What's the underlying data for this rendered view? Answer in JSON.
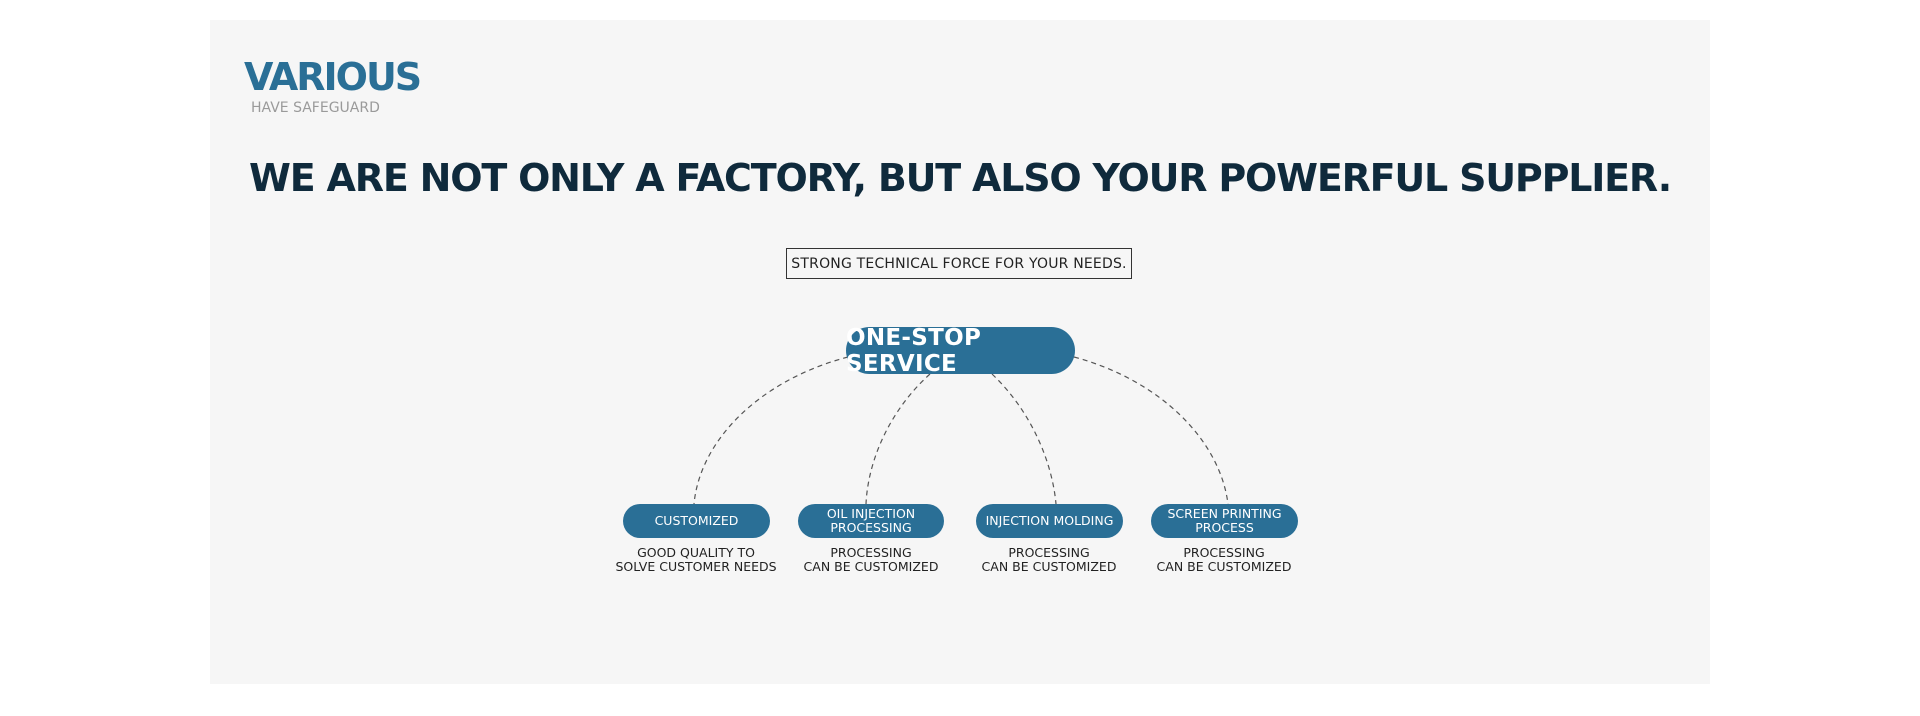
{
  "brand": {
    "title": "VARIOUS",
    "subtitle": "HAVE SAFEGUARD"
  },
  "headline": "WE ARE NOT ONLY A FACTORY, BUT ALSO YOUR POWERFUL SUPPLIER.",
  "tagline": "STRONG TECHNICAL FORCE FOR YOUR NEEDS.",
  "hub": {
    "label": "ONE-STOP SERVICE"
  },
  "services": [
    {
      "label": "CUSTOMIZED",
      "desc_line1": "GOOD QUALITY TO",
      "desc_line2": "SOLVE CUSTOMER NEEDS"
    },
    {
      "label": "OIL INJECTION PROCESSING",
      "desc_line1": "PROCESSING",
      "desc_line2": "CAN BE CUSTOMIZED"
    },
    {
      "label": "INJECTION MOLDING",
      "desc_line1": "PROCESSING",
      "desc_line2": "CAN BE CUSTOMIZED"
    },
    {
      "label": "SCREEN PRINTING PROCESS",
      "desc_line1": "PROCESSING",
      "desc_line2": "CAN BE CUSTOMIZED"
    }
  ],
  "colors": {
    "accent": "#2a6f96",
    "headline": "#0f2a3c",
    "panel": "#f6f6f6"
  }
}
